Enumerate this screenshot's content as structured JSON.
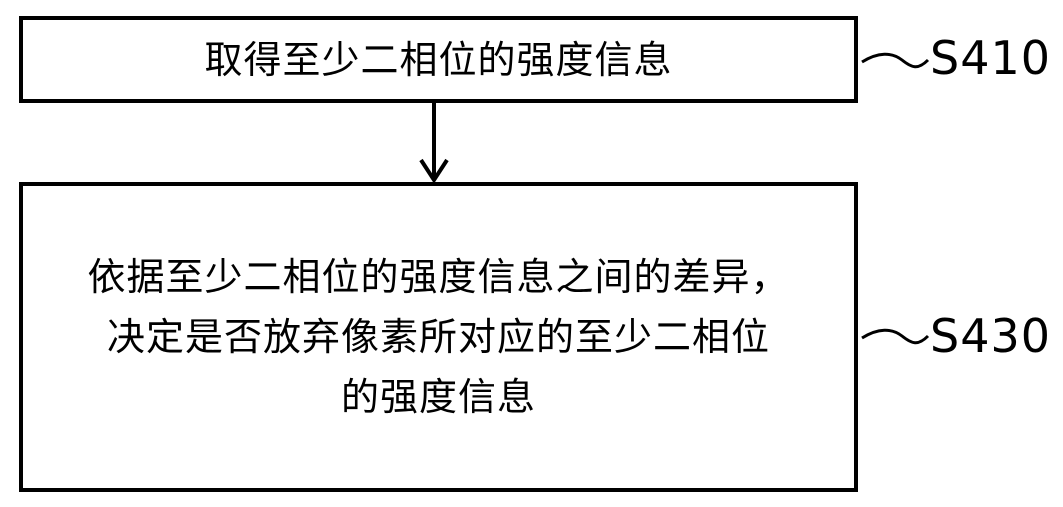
{
  "steps": [
    {
      "id": "S410",
      "label": "S410",
      "lines": [
        "取得至少二相位的强度信息"
      ]
    },
    {
      "id": "S430",
      "label": "S430",
      "lines": [
        "依据至少二相位的强度信息之间的差异，",
        "决定是否放弃像素所对应的至少二相位",
        "的强度信息"
      ]
    }
  ]
}
